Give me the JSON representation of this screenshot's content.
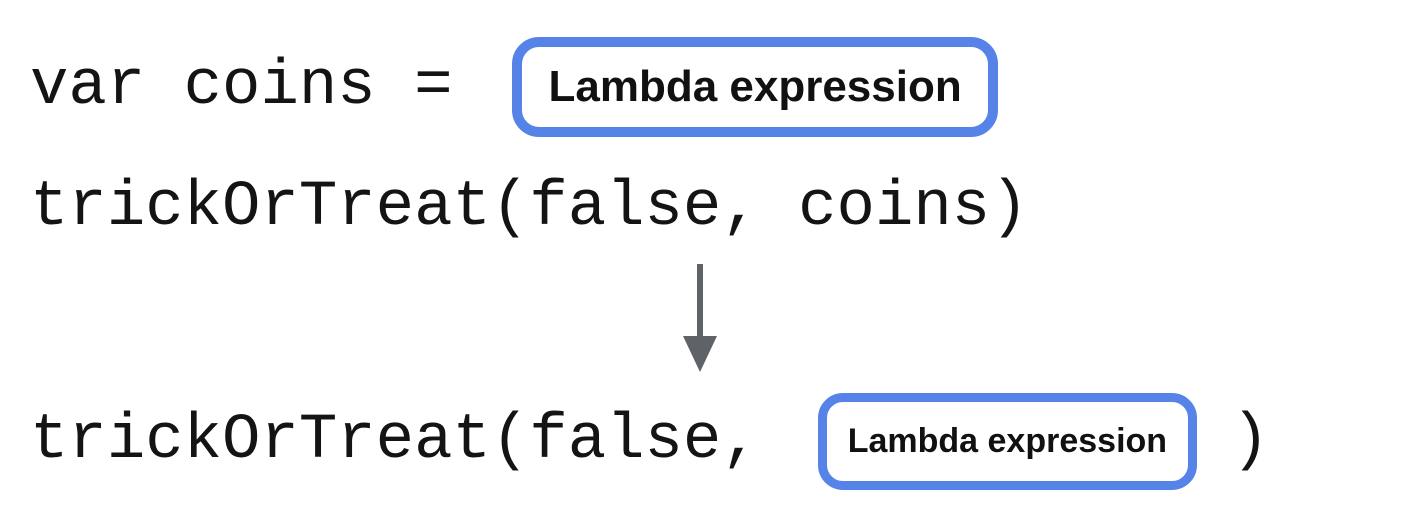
{
  "line1": {
    "code": "var coins =",
    "box_label": "Lambda expression"
  },
  "line2": {
    "code": "trickOrTreat(false, coins)"
  },
  "line3": {
    "prefix": "trickOrTreat(false,",
    "box_label": "Lambda expression",
    "suffix": ")"
  },
  "icons": {
    "flow_arrow": "down-arrow"
  },
  "colors": {
    "box_border": "#5583E8",
    "box_fill": "#ffffff",
    "code_text": "#141414",
    "label_text": "#111111",
    "arrow": "#5f6368",
    "background": "#ffffff"
  }
}
